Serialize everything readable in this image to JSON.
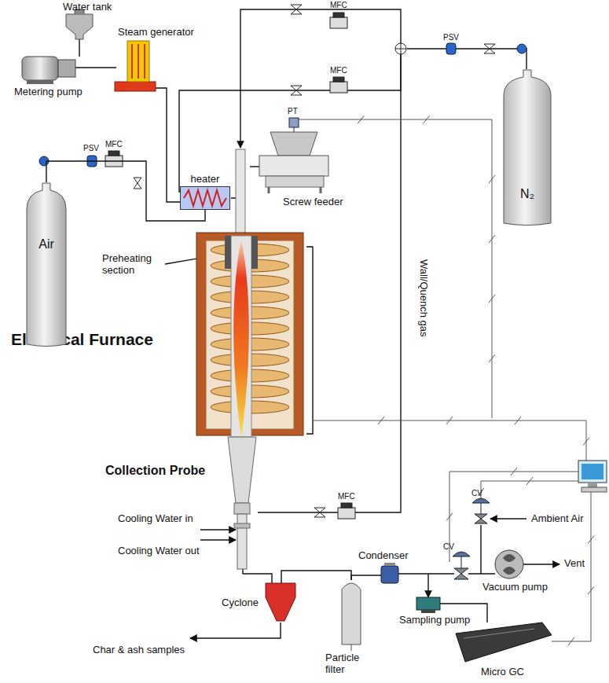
{
  "diagram": {
    "nodes": [
      {
        "text": [
          "heater"
        ]
      },
      {
        "text": [
          "Air"
        ]
      },
      {
        "text": [
          "N₂"
        ]
      }
    ],
    "edges": [
      {
        "from": 1,
        "to": 0,
        "arrow": "none"
      }
    ],
    "labels": [
      "Water tank",
      "Metering pump",
      "Steam generator",
      "MFC",
      "MFC",
      "PSV",
      "PT",
      "Screw feeder",
      "PSV",
      "MFC",
      "Preheating section",
      "Electrical Furnace",
      "Wall/Quench gas",
      "Collection Probe",
      "MFC",
      "Cooling Water in",
      "Cooling Water out",
      "Condenser",
      "CV",
      "Ambient Air",
      "CV",
      "Vent",
      "Vacuum pump",
      "Cyclone",
      "Particle filter",
      "Sampling pump",
      "Char & ash samples",
      "Micro GC"
    ]
  }
}
